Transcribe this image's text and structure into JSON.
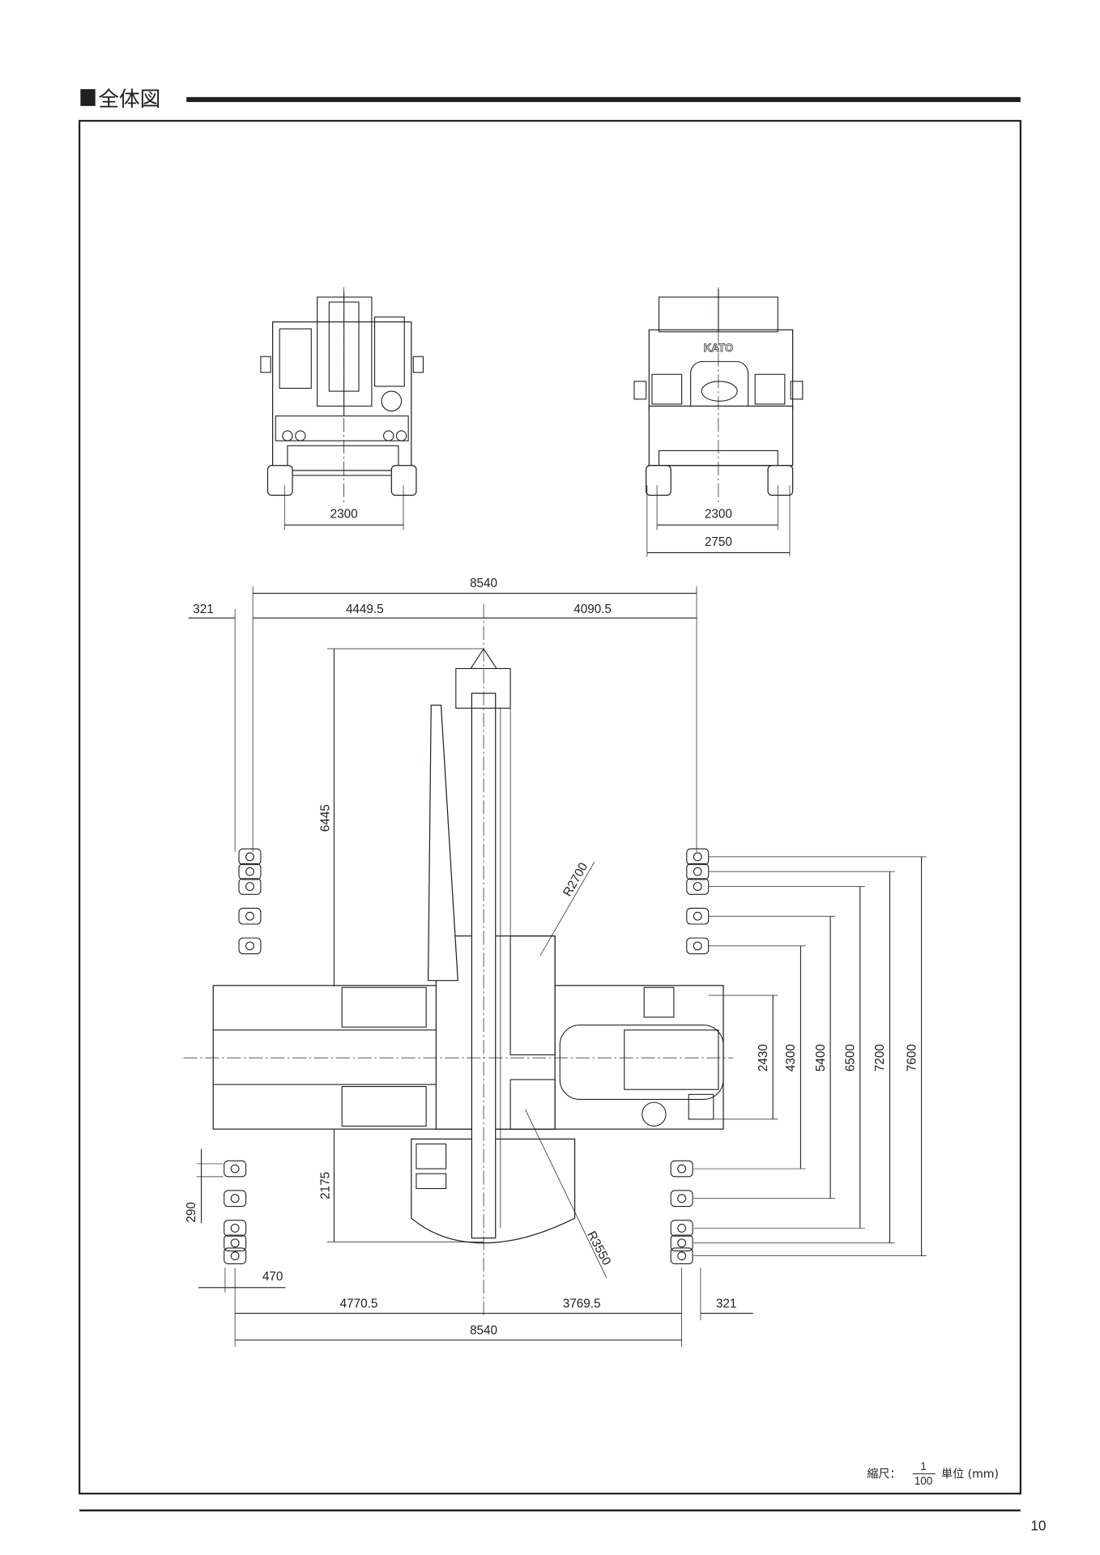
{
  "header": {
    "square_icon": "black-square",
    "title": "全体図"
  },
  "drawing": {
    "rear_view": {
      "dims": {
        "track": "2300"
      }
    },
    "front_view": {
      "logo": "KATO",
      "dims": {
        "track": "2300",
        "width": "2750"
      }
    },
    "top_view": {
      "dims": {
        "overall_top": "8540",
        "offset_top_left": "321",
        "front_to_center": "4449.5",
        "center_to_rear_top": "4090.5",
        "boom_length": "6445",
        "tail_length": "2175",
        "pad_pitch": "290",
        "pad_offset": "470",
        "bottom_left": "4770.5",
        "bottom_right": "3769.5",
        "offset_bottom_right": "321",
        "overall_bottom": "8540",
        "radius_front": "R2700",
        "radius_tail": "R3550",
        "outrigger_spans": [
          "2430",
          "4300",
          "5400",
          "6500",
          "7200",
          "7600"
        ]
      }
    }
  },
  "scale_note": {
    "label": "縮尺：",
    "numerator": "1",
    "denominator": "100",
    "unit": "単位 (mm)"
  },
  "footer": {
    "page_number": "10"
  }
}
